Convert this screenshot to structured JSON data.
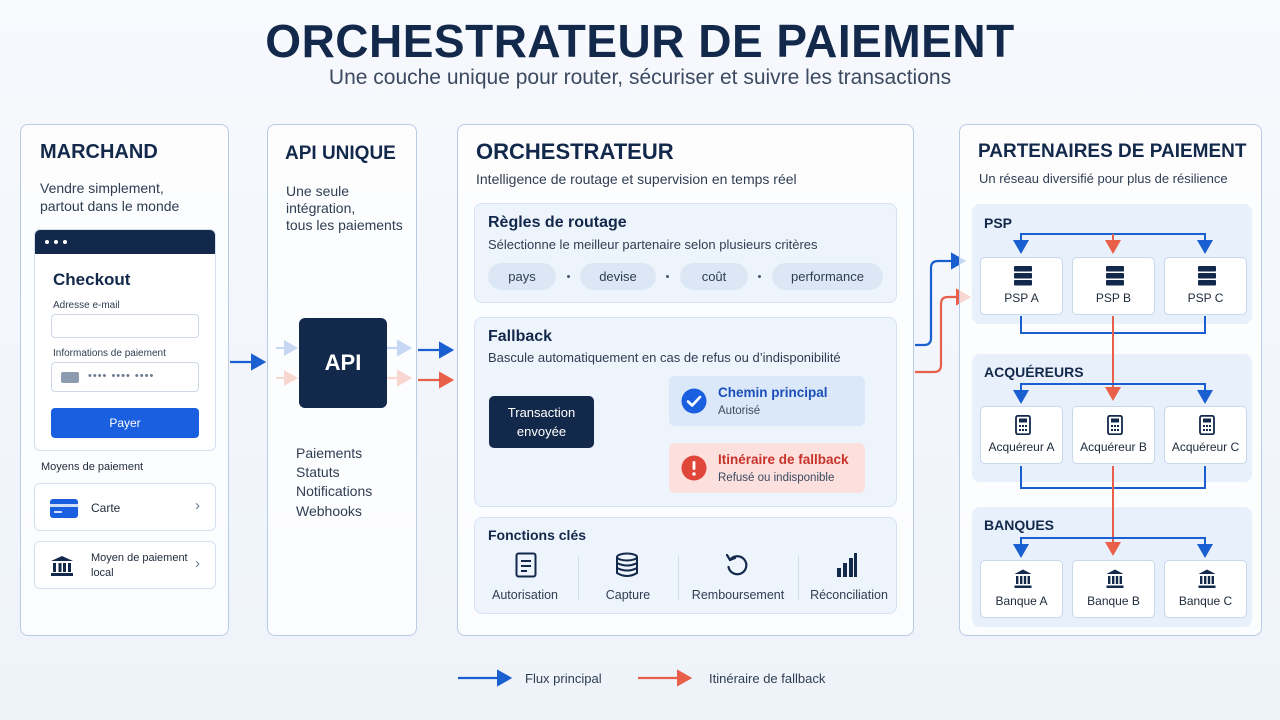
{
  "header": {
    "title": "ORCHESTRATEUR DE PAIEMENT",
    "subtitle": "Une couche unique pour router, sécuriser et suivre les transactions"
  },
  "merchant": {
    "title": "MARCHAND",
    "tagline_1": "Vendre simplement,",
    "tagline_2": "partout dans le monde",
    "checkout": {
      "title": "Checkout",
      "email_label": "Adresse e-mail",
      "payment_label": "Informations de paiement",
      "card_placeholder": "•••• •••• ••••",
      "pay_button": "Payer"
    },
    "methods_title": "Moyens de paiement",
    "methods": [
      {
        "label": "Carte",
        "icon": "credit-card-icon"
      },
      {
        "label_1": "Moyen de paiement",
        "label_2": "local",
        "icon": "bank-icon"
      }
    ],
    "chevron": "›"
  },
  "api": {
    "title": "API UNIQUE",
    "desc_1": "Une seule",
    "desc_2": "intégration,",
    "desc_3": "tous les paiements",
    "box_label": "API",
    "features": [
      "Paiements",
      "Statuts",
      "Notifications",
      "Webhooks"
    ]
  },
  "orchestrator": {
    "title": "ORCHESTRATEUR",
    "subtitle": "Intelligence de routage et supervision en temps réel",
    "routing": {
      "title": "Règles de routage",
      "desc": "Sélectionne le meilleur partenaire selon plusieurs critères",
      "criteria": [
        "pays",
        "devise",
        "coût",
        "performance"
      ]
    },
    "fallback": {
      "title": "Fallback",
      "desc": "Bascule automatiquement en cas de refus ou d’indisponibilité",
      "transaction_1": "Transaction",
      "transaction_2": "envoyée",
      "primary": {
        "title": "Chemin principal",
        "status": "Autorisé"
      },
      "secondary": {
        "title": "Itinéraire de fallback",
        "status": "Refusé ou indisponible"
      }
    },
    "functions": {
      "title": "Fonctions clés",
      "items": [
        {
          "label": "Autorisation",
          "icon": "document-icon"
        },
        {
          "label": "Capture",
          "icon": "database-icon"
        },
        {
          "label": "Remboursement",
          "icon": "refund-icon"
        },
        {
          "label": "Réconciliation",
          "icon": "bar-chart-icon"
        }
      ]
    }
  },
  "partners": {
    "title": "PARTENAIRES DE PAIEMENT",
    "subtitle": "Un réseau diversifié pour plus de résilience",
    "groups": [
      {
        "title": "PSP",
        "nodes": [
          "PSP A",
          "PSP B",
          "PSP C"
        ],
        "icon": "server-icon"
      },
      {
        "title": "ACQUÉREURS",
        "nodes": [
          "Acquéreur A",
          "Acquéreur B",
          "Acquéreur C"
        ],
        "icon": "terminal-icon"
      },
      {
        "title": "BANQUES",
        "nodes": [
          "Banque A",
          "Banque B",
          "Banque C"
        ],
        "icon": "bank-icon"
      }
    ]
  },
  "legend": {
    "primary": "Flux principal",
    "fallback": "Itinéraire de fallback"
  },
  "colors": {
    "navy": "#13294b",
    "primary_flow": "#1a5fd0",
    "fallback_flow": "#e8604a",
    "success": "#1a5fe0",
    "error": "#e0463a"
  }
}
